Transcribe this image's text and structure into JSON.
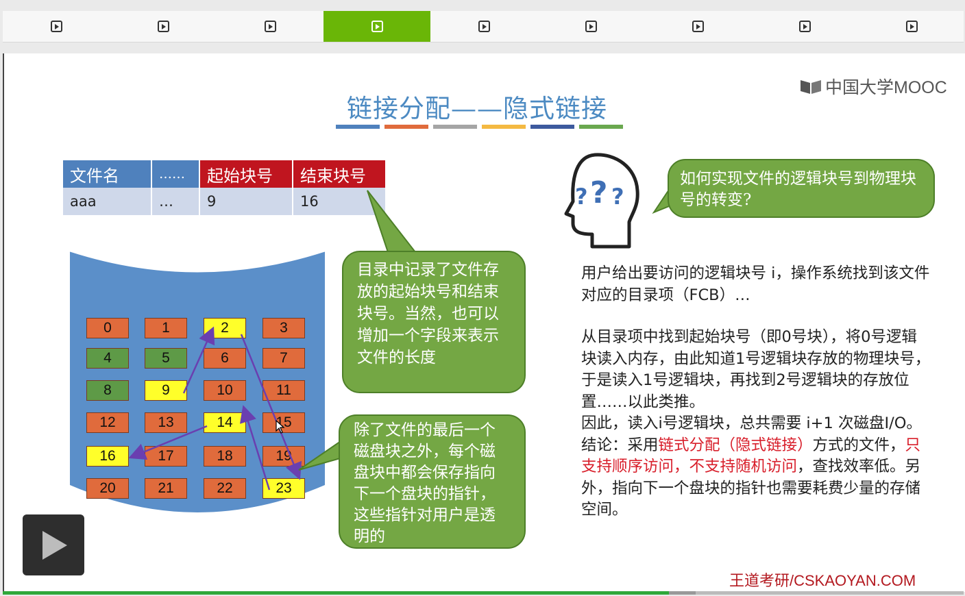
{
  "video": {
    "segments": [
      {
        "icon": "play-icon",
        "active": false
      },
      {
        "icon": "play-icon",
        "active": false
      },
      {
        "icon": "play-icon",
        "active": false
      },
      {
        "icon": "play-icon",
        "active": true
      },
      {
        "icon": "play-icon",
        "active": false
      },
      {
        "icon": "play-icon",
        "active": false
      },
      {
        "icon": "play-icon",
        "active": false
      },
      {
        "icon": "play-icon",
        "active": false
      },
      {
        "icon": "play-icon",
        "active": false
      }
    ],
    "progress": 0.693,
    "buffered_end": 0.721
  },
  "slide": {
    "logo_text": "中国大学MOOC",
    "title": "链接分配——隐式链接",
    "title_underline_colors": [
      "#4f81bd",
      "#e06b3c",
      "#a5a5a5",
      "#f4b942",
      "#3d5a9e",
      "#6aa84f"
    ],
    "table": {
      "headers": [
        "文件名",
        "……",
        "起始块号",
        "结束块号"
      ],
      "row": [
        "aaa",
        "…",
        "9",
        "16"
      ]
    },
    "blocks": [
      {
        "n": "0",
        "color": "orange"
      },
      {
        "n": "1",
        "color": "orange"
      },
      {
        "n": "2",
        "color": "yellow"
      },
      {
        "n": "3",
        "color": "orange"
      },
      {
        "n": "4",
        "color": "green"
      },
      {
        "n": "5",
        "color": "green"
      },
      {
        "n": "6",
        "color": "orange"
      },
      {
        "n": "7",
        "color": "orange"
      },
      {
        "n": "8",
        "color": "green"
      },
      {
        "n": "9",
        "color": "yellow"
      },
      {
        "n": "10",
        "color": "orange"
      },
      {
        "n": "11",
        "color": "orange"
      },
      {
        "n": "12",
        "color": "orange"
      },
      {
        "n": "13",
        "color": "orange"
      },
      {
        "n": "14",
        "color": "yellow"
      },
      {
        "n": "15",
        "color": "orange"
      },
      {
        "n": "16",
        "color": "yellow"
      },
      {
        "n": "17",
        "color": "orange"
      },
      {
        "n": "18",
        "color": "orange"
      },
      {
        "n": "19",
        "color": "orange"
      },
      {
        "n": "20",
        "color": "orange"
      },
      {
        "n": "21",
        "color": "orange"
      },
      {
        "n": "22",
        "color": "orange"
      },
      {
        "n": "23",
        "color": "yellow"
      }
    ],
    "bubble_directory": "目录中记录了文件存放的起始块号和结束块号。当然，也可以增加一个字段来表示文件的长度",
    "bubble_pointer": "除了文件的最后一个磁盘块之外，每个磁盘块中都会保存指向下一个盘块的指针，这些指针对用户是透明的",
    "bubble_question": "如何实现文件的逻辑块号到物理块号的转变?",
    "head_icon": "question-head-icon",
    "explain": {
      "p1": "用户给出要访问的逻辑块号 i，操作系统找到该文件对应的目录项（FCB）…",
      "p2": "从目录项中找到起始块号（即0号块），将0号逻辑块读入内存，由此知道1号逻辑块存放的物理块号，于是读入1号逻辑块，再找到2号逻辑块的存放位置……以此类推。",
      "p3": "因此，读入i号逻辑块，总共需要 i+1 次磁盘I/O。",
      "p4_a": "结论：采用",
      "p4_red1": "链式分配（隐式链接）",
      "p4_b": "方式的文件，",
      "p4_red2": "只支持顺序访问，不支持随机访问",
      "p4_c": "，查找效率低。另外，指向下一个盘块的指针也需要耗费少量的存储空间。"
    },
    "footer": "王道考研/CSKAOYAN.COM"
  }
}
